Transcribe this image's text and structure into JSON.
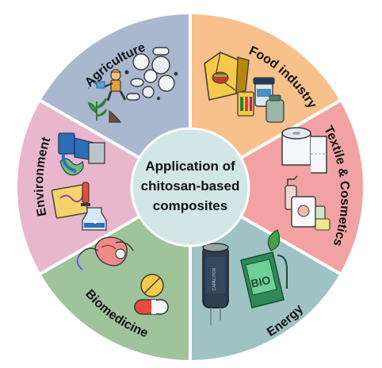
{
  "center": {
    "line1": "Application of",
    "line2": "chitosan-based",
    "line3": "composites"
  },
  "segments": [
    {
      "label": "Agriculture",
      "color": "#A9B8CF",
      "icon": "farmer-watering-plant-and-pills-icon"
    },
    {
      "label": "Food industry",
      "color": "#F8C08A",
      "icon": "food-package-and-jar-icon"
    },
    {
      "label": "Textile & Cosmetics",
      "color": "#F2A2A2",
      "icon": "paper-roll-and-cosmetics-icon"
    },
    {
      "label": "Energy",
      "color": "#9FC3C5",
      "icon": "capacitor-and-bio-fuel-pump-icon"
    },
    {
      "label": "Biomedicine",
      "color": "#9FC39A",
      "icon": "kidney-and-capsule-icon"
    },
    {
      "label": "Environment",
      "color": "#E8B7CB",
      "icon": "laboratory-microscope-and-water-icon"
    }
  ],
  "colors": {
    "divider": "#ffffff",
    "center_fill": "#D3E6E6",
    "text": "#111111"
  }
}
